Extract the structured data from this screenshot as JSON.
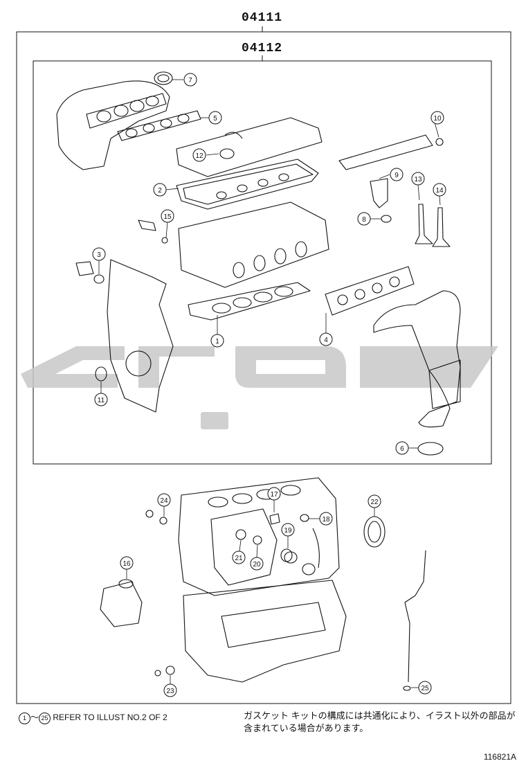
{
  "titles": {
    "outer": "04111",
    "inner": "04112"
  },
  "callouts": [
    "1",
    "2",
    "3",
    "4",
    "5",
    "6",
    "7",
    "8",
    "9",
    "10",
    "11",
    "12",
    "13",
    "14",
    "15",
    "16",
    "17",
    "18",
    "19",
    "20",
    "21",
    "22",
    "23",
    "24",
    "25"
  ],
  "footnote": {
    "range_start": "1",
    "range_sep": "～",
    "range_end": "25",
    "refer_text": "REFER TO ILLUST NO.2 OF 2",
    "japanese_note": "ガスケット キットの構成には共通化により、イラスト以外の部品が含まれている場合があります。"
  },
  "figure_id": "116821A",
  "colors": {
    "line": "#111111",
    "watermark": "#c8c8c8"
  }
}
